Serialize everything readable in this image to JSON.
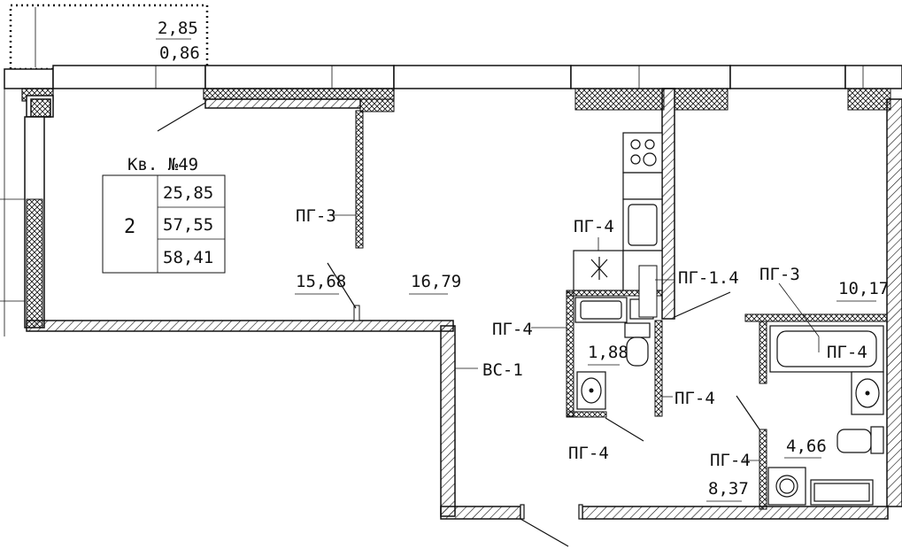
{
  "apartment": {
    "title": "Кв. №49",
    "rooms_count": "2",
    "area_living": "25,85",
    "area_total": "57,55",
    "area_with_balcony": "58,41"
  },
  "balcony": {
    "area": "2,85",
    "area_reduced": "0,86"
  },
  "rooms": {
    "room1_area": "15,68",
    "kitchen_living_area": "16,79",
    "wc_area": "1,88",
    "hall_area": "8,37",
    "bathroom_area": "4,66",
    "bedroom_area": "10,17"
  },
  "tags": {
    "pg3_a": "ПГ-3",
    "pg4_kitchen": "ПГ-4",
    "pg14": "ПГ-1.4",
    "pg3_b": "ПГ-3",
    "pg4_wc_left": "ПГ-4",
    "vs1": "ВС-1",
    "pg4_wc_right": "ПГ-4",
    "pg4_bath": "ПГ-4",
    "pg4_wc_bottom": "ПГ-4",
    "pg4_hall": "ПГ-4"
  }
}
